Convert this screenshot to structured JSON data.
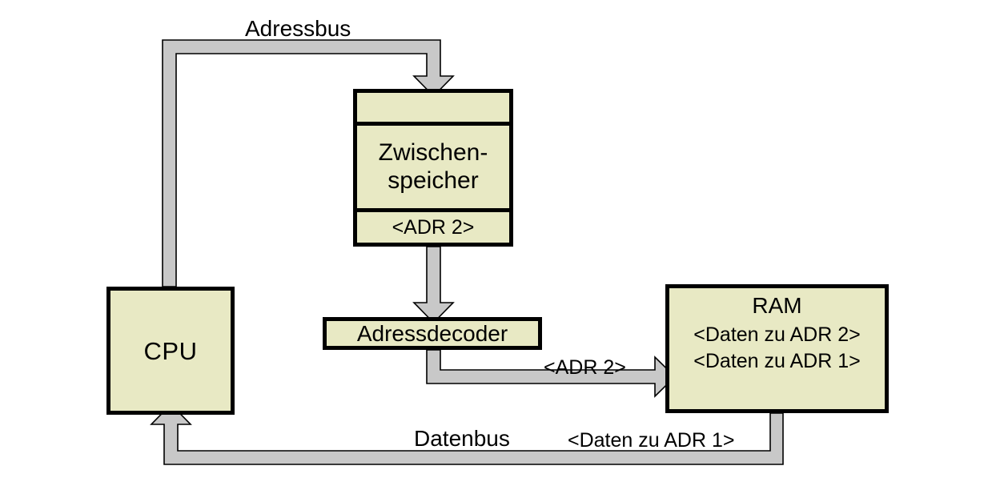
{
  "diagram": {
    "title": "CPU - Zwischenspeicher - Adressdecoder - RAM Busdiagramm",
    "colors": {
      "node_fill": "#e8e9c4",
      "node_border": "#000000",
      "bus_fill": "#c8c8c8",
      "bus_stroke": "#000000",
      "background": "#ffffff"
    }
  },
  "nodes": {
    "cpu": {
      "label": "CPU"
    },
    "zwischenspeicher": {
      "empty_cell": "",
      "line1": "Zwischen-",
      "line2": "speicher",
      "address_cell": "<ADR 2>"
    },
    "adressdecoder": {
      "label": "Adressdecoder"
    },
    "ram": {
      "title": "RAM",
      "lines": [
        "<Daten zu ADR 2>",
        "<Daten zu ADR 1>"
      ]
    }
  },
  "buses": {
    "address_bus": {
      "label": "Adressbus"
    },
    "data_bus": {
      "label": "Datenbus",
      "payload": "<Daten zu ADR 1>"
    },
    "decoder_to_ram": {
      "label": "<ADR 2>"
    }
  }
}
